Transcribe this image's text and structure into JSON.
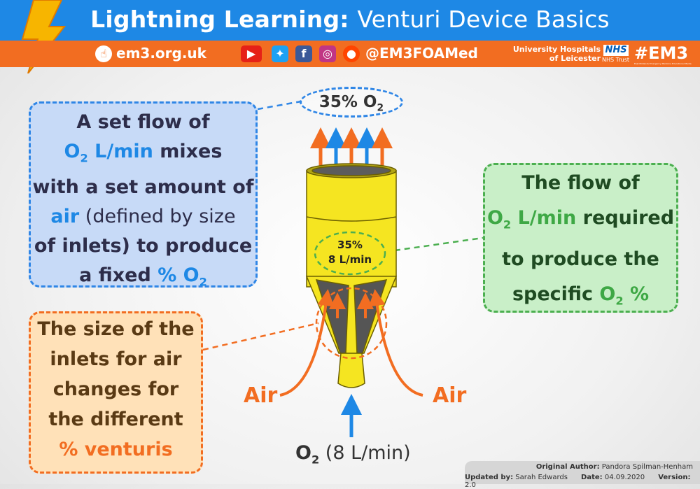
{
  "header": {
    "title_bold": "Lightning Learning:",
    "title_rest": "Venturi Device Basics",
    "website": "em3.org.uk",
    "social_handle": "@EM3FOAMed",
    "org_line1": "University Hospitals",
    "org_line2": "of Leicester",
    "nhs_badge": "NHS",
    "nhs_trust": "NHS Trust",
    "hashtag": "#EM3",
    "hashtag_sub": "East Midlands Emergency Medicine Educational Media",
    "icons": [
      "lightning-bolt-icon",
      "hand-cursor-icon",
      "youtube-icon",
      "twitter-icon",
      "facebook-icon",
      "instagram-icon",
      "reddit-icon"
    ]
  },
  "blue_box": {
    "line1": "A set flow of",
    "line2_o": "O",
    "line2_sub": "2",
    "line2_unit": " L/min",
    "line2_rest": " mixes",
    "line3": "with a set amount of",
    "line4_air": "air",
    "line4_rest": " (defined by size",
    "line5": "of inlets) to produce",
    "line6_pre": "a fixed ",
    "line6_pct": "% O",
    "line6_sub": "2"
  },
  "green_box": {
    "line1": "The flow of",
    "line2_o": "O",
    "line2_sub": "2",
    "line2_unit": " L/min",
    "line2_rest": " required",
    "line3": "to produce the",
    "line4_pre": "specific ",
    "line4_o": "O",
    "line4_sub": "2",
    "line4_pct": " %"
  },
  "orange_box": {
    "line1": "The size of the",
    "line2": "inlets for air",
    "line3": "changes for",
    "line4": "the different",
    "line5": "% venturis"
  },
  "diagram": {
    "output_label_pre": "35% O",
    "output_label_sub": "2",
    "device_pct": "35%",
    "device_flow": "8 L/min",
    "air_left": "Air",
    "air_right": "Air",
    "input_o": "O",
    "input_sub": "2",
    "input_flow": " (8 L/min)",
    "colors": {
      "device": "#f5e521",
      "o2_arrow": "#1e88e5",
      "air_arrow": "#f26d21"
    }
  },
  "credits": {
    "author_label": "Original Author:",
    "author": "Pandora Spilman-Henham",
    "updated_label": "Updated by:",
    "updated_by": "Sarah Edwards",
    "date_label": "Date:",
    "date": "04.09.2020",
    "version_label": "Version:",
    "version": "2.0"
  }
}
